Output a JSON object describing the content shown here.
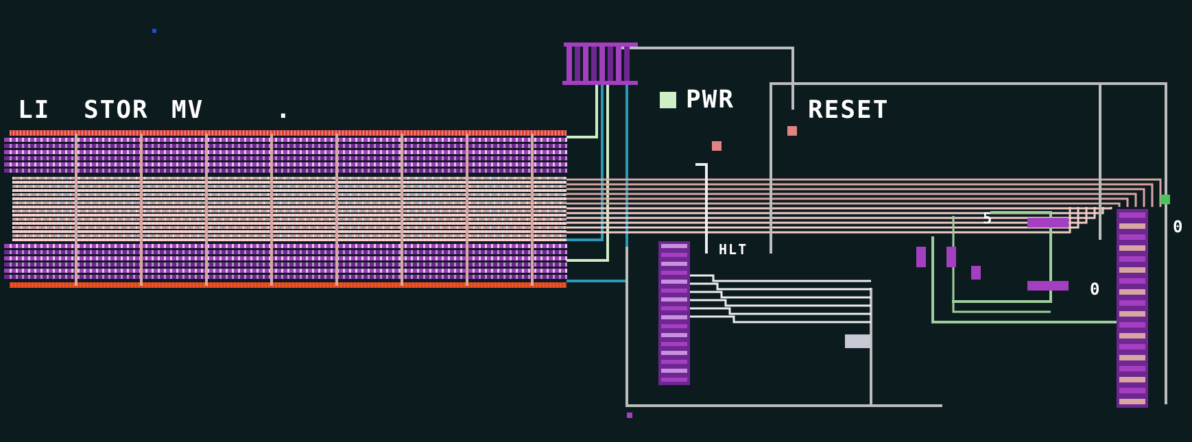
{
  "labels": {
    "instruction_li": "LI",
    "instruction_stor": "STOR",
    "instruction_mv": "MV",
    "instruction_dot": ".",
    "power": "PWR",
    "reset": "RESET",
    "halt": "HLT",
    "digit_upper": "0",
    "digit_lower": "0",
    "digit_five": "5"
  },
  "colors": {
    "background": "#0c1b1e",
    "text": "#ffffff",
    "wire_gray": "#bdbdbd",
    "wire_white": "#eeeeee",
    "wire_pink": "#d8a6a2",
    "wire_light_pink": "#f3cdc8",
    "wire_green": "#9fcf9a",
    "wire_light_green": "#cdeec7",
    "wire_teal": "#2a9ab8",
    "purple": "#a43fc1",
    "dark_purple": "#6e2691",
    "red": "#e03a32",
    "orange": "#e85a1c",
    "salmon": "#e38383",
    "green_node": "#49c45f",
    "blue_marker": "#1b4fd0"
  }
}
